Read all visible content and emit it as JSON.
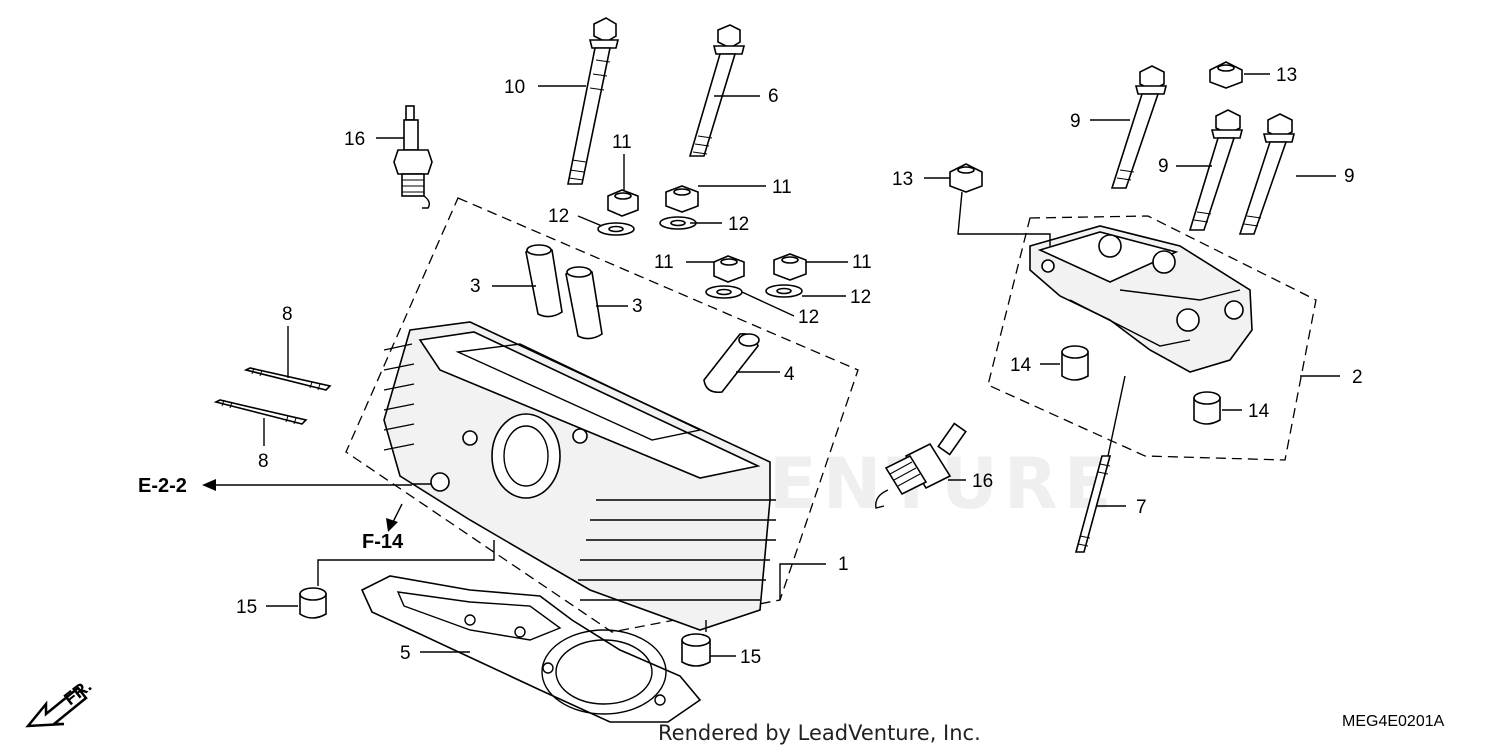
{
  "diagram": {
    "callouts": {
      "c1": "1",
      "c2": "2",
      "c3a": "3",
      "c3b": "3",
      "c4": "4",
      "c5": "5",
      "c6": "6",
      "c7": "7",
      "c8a": "8",
      "c8b": "8",
      "c9a": "9",
      "c9b": "9",
      "c9c": "9",
      "c10": "10",
      "c11a": "11",
      "c11b": "11",
      "c11c": "11",
      "c11d": "11",
      "c12a": "12",
      "c12b": "12",
      "c12c": "12",
      "c12d": "12",
      "c13a": "13",
      "c13b": "13",
      "c14a": "14",
      "c14b": "14",
      "c15a": "15",
      "c15b": "15",
      "c16a": "16",
      "c16b": "16"
    },
    "references": {
      "e22": "E-2-2",
      "f14": "F-14"
    },
    "direction": "FR.",
    "watermark": "LEADVENTURE",
    "credit": "Rendered by LeadVenture, Inc.",
    "diagram_code": "MEG4E0201A"
  }
}
